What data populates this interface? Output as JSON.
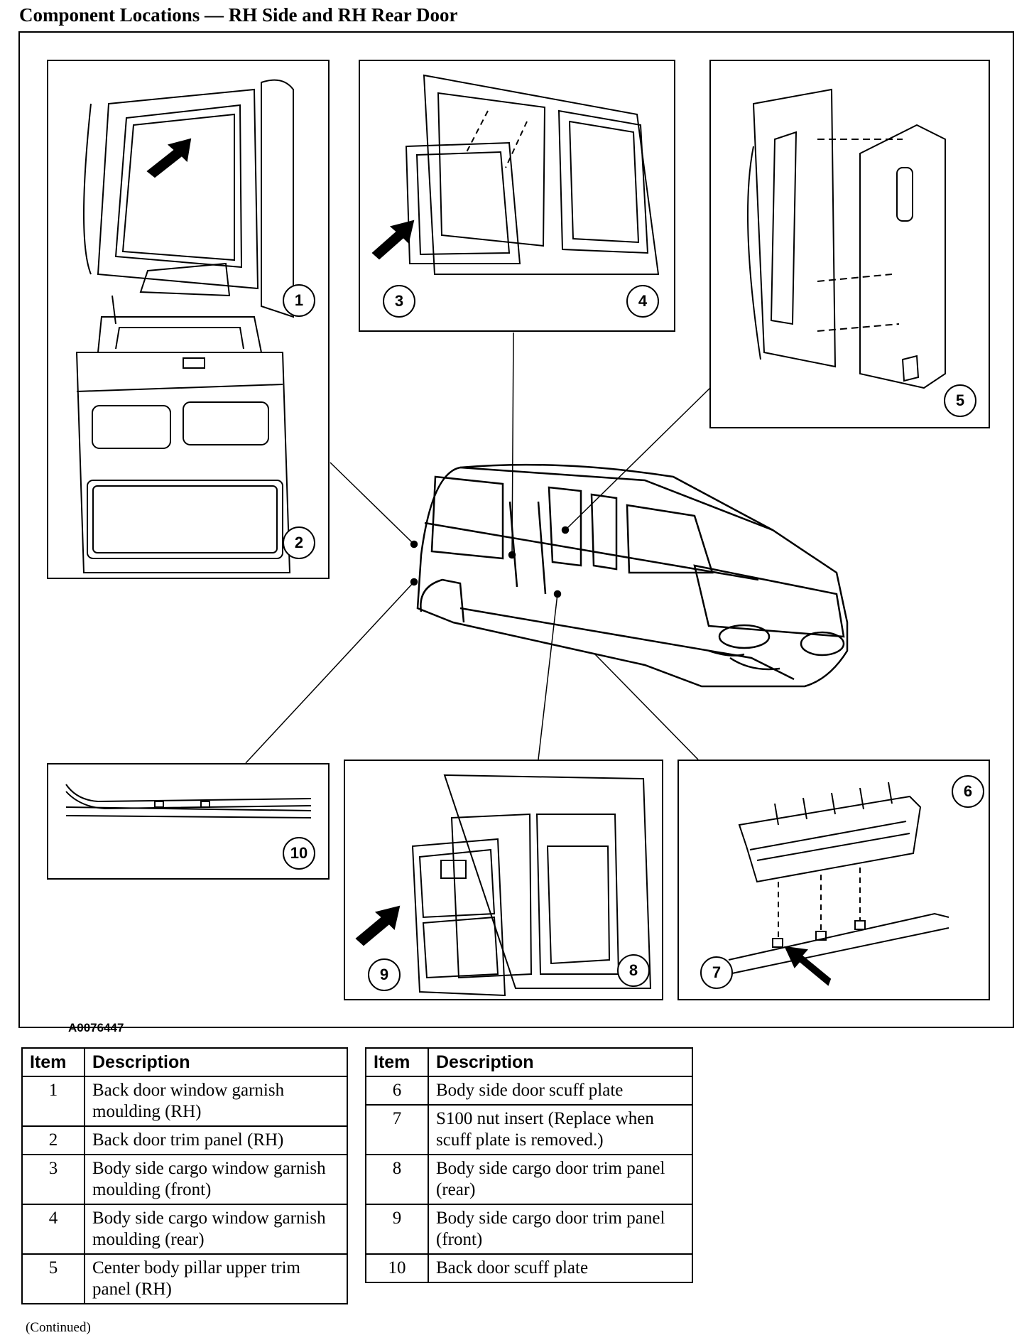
{
  "page": {
    "title": "Component Locations — RH Side and RH Rear Door",
    "figure_id": "A0076447",
    "continued": "(Continued)"
  },
  "callouts": [
    "1",
    "2",
    "3",
    "4",
    "5",
    "6",
    "7",
    "8",
    "9",
    "10"
  ],
  "legend": {
    "header_item": "Item",
    "header_description": "Description",
    "left": [
      {
        "item": "1",
        "description": "Back door window garnish moulding (RH)"
      },
      {
        "item": "2",
        "description": "Back door trim panel (RH)"
      },
      {
        "item": "3",
        "description": "Body side cargo window garnish moulding (front)"
      },
      {
        "item": "4",
        "description": "Body side cargo window garnish moulding (rear)"
      },
      {
        "item": "5",
        "description": "Center body pillar upper trim panel (RH)"
      }
    ],
    "right": [
      {
        "item": "6",
        "description": "Body side door scuff plate"
      },
      {
        "item": "7",
        "description": "S100 nut insert (Replace when scuff plate is removed.)"
      },
      {
        "item": "8",
        "description": "Body side cargo door trim panel (rear)"
      },
      {
        "item": "9",
        "description": "Body side cargo door trim panel (front)"
      },
      {
        "item": "10",
        "description": "Back door scuff plate"
      }
    ]
  }
}
